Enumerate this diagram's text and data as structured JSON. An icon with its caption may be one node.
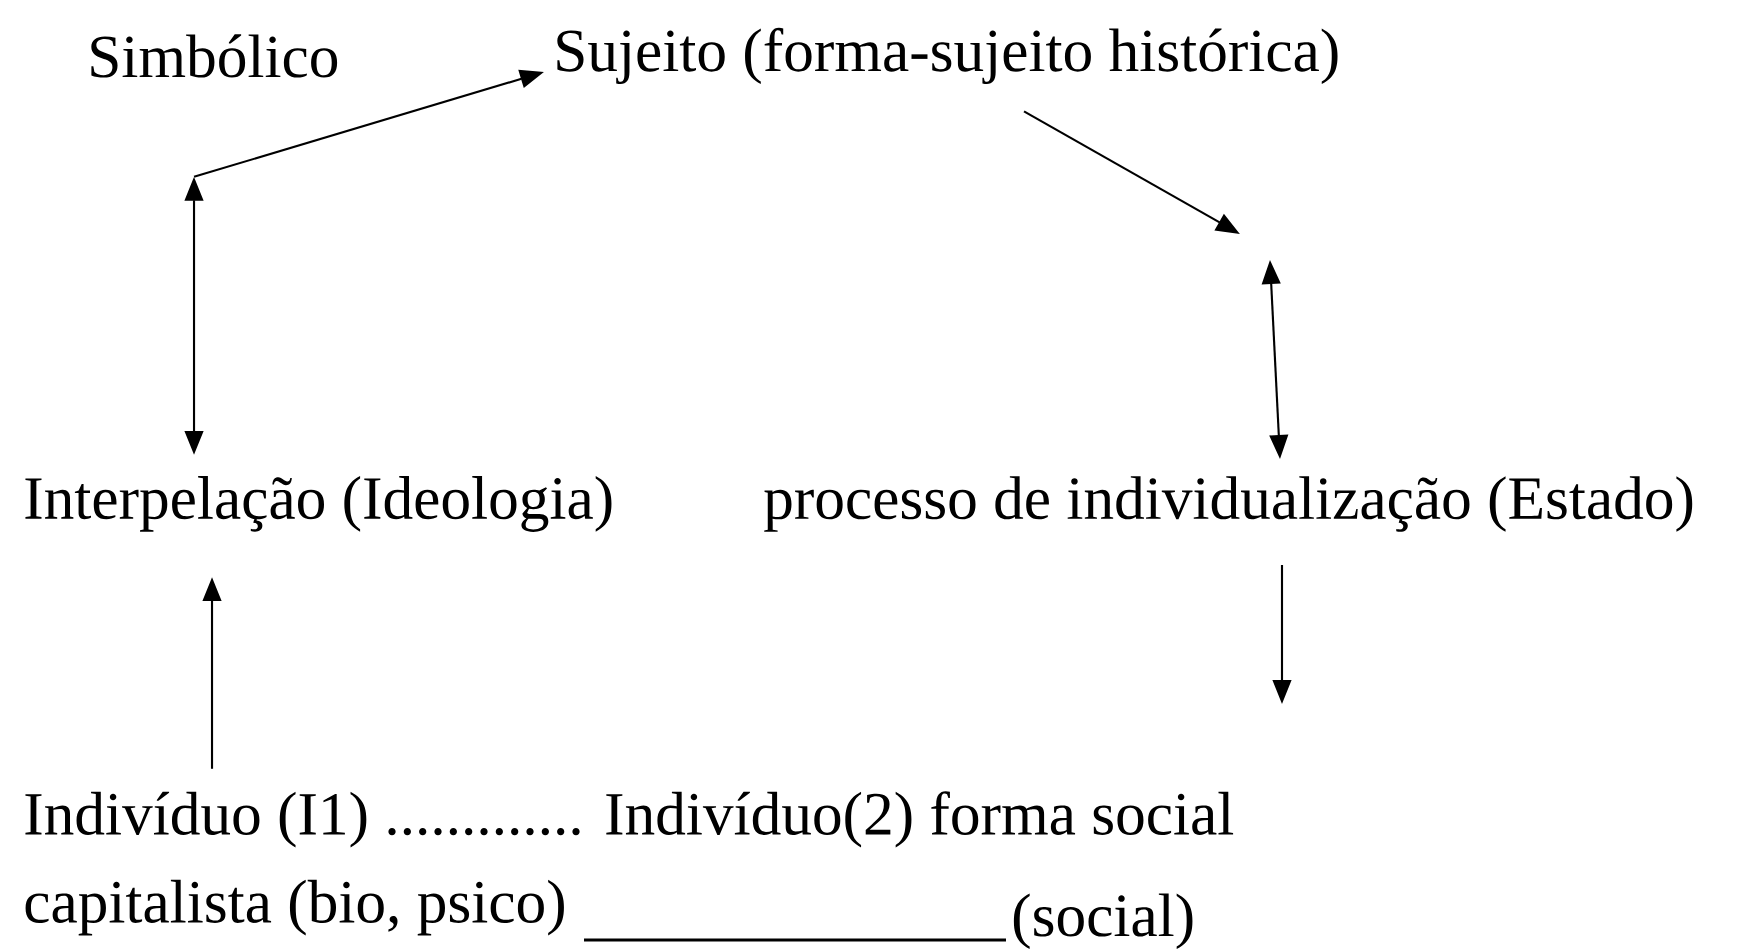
{
  "diagram": {
    "nodes": [
      {
        "text": [
          "Simbólico"
        ]
      },
      {
        "text": [
          "Sujeito (forma-sujeito histórica)"
        ]
      },
      {
        "text": [
          "Interpelação (Ideologia)"
        ]
      },
      {
        "text": [
          "processo de individualização (Estado)"
        ]
      },
      {
        "text": [
          "Indivíduo (I1) ............. Indivíduo(2) forma social",
          "capitalista (bio, psico)"
        ]
      }
    ],
    "edges": [
      {
        "from": 2,
        "to": 0,
        "arrow": "both"
      },
      {
        "from": 0,
        "to": 1,
        "arrow": "to"
      },
      {
        "from": 1,
        "to": null,
        "arrow": "to"
      },
      {
        "from": null,
        "to": 3,
        "arrow": "both"
      },
      {
        "from": 3,
        "to": null,
        "arrow": "to"
      },
      {
        "from": 4,
        "to": 2,
        "arrow": "to"
      }
    ],
    "labels": [
      "(social)"
    ]
  }
}
